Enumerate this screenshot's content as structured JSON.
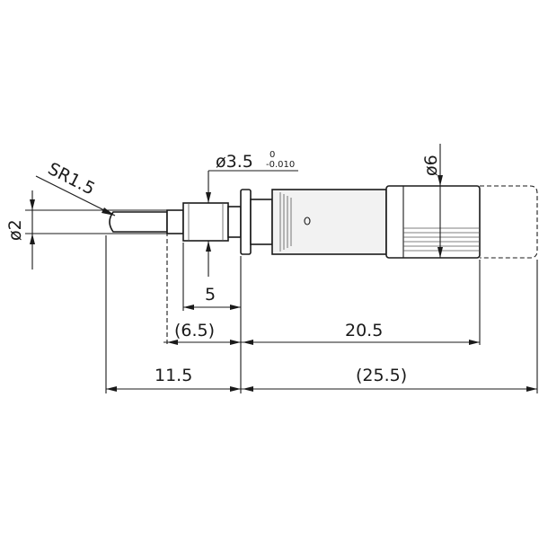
{
  "dimensions": {
    "sr": "SR1.5",
    "d2": "ø2",
    "d35_main": "ø3.5",
    "d35_tol_upper": "0",
    "d35_tol_lower": "-0.010",
    "d6": "ø6",
    "len5": "5",
    "len65": "(6.5)",
    "len205": "20.5",
    "len115": "11.5",
    "len255": "(25.5)"
  },
  "colors": {
    "line": "#1a1a1a",
    "body": "#f2f2f2"
  }
}
